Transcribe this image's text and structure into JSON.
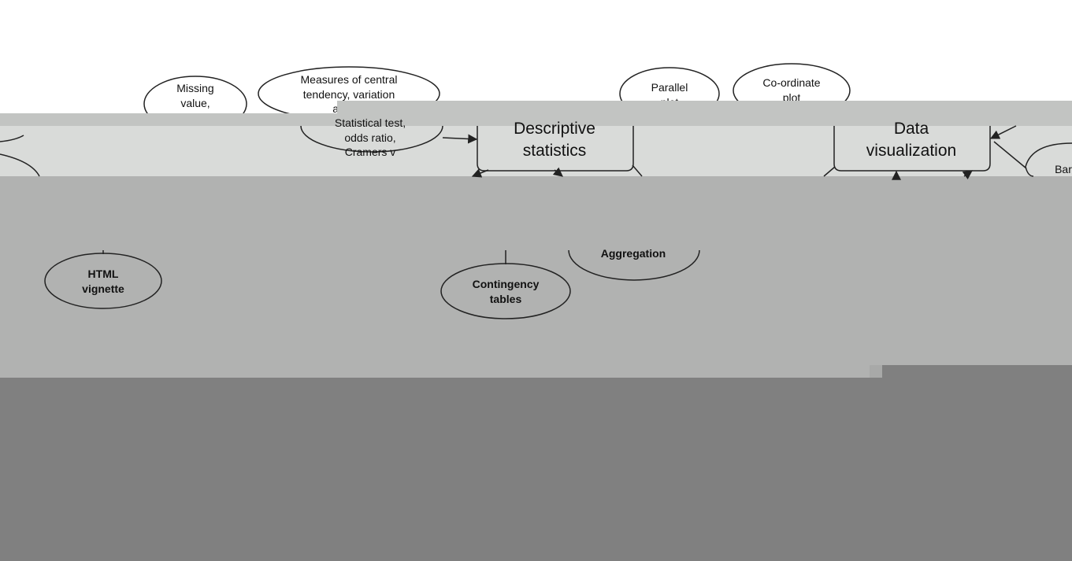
{
  "overlay_colors": {
    "band_light": "#d9dbd9",
    "band_mid": "#c2c4c2",
    "band_main": "#b1b2b1",
    "band_dark": "#808080"
  },
  "nodes": {
    "missing_value": [
      "Missing",
      "value,"
    ],
    "central_tendency": [
      "Measures of central",
      "tendency, variation",
      "an"
    ],
    "statistical_test": [
      "Statistical test,",
      "odds ratio,",
      "Cramers v"
    ],
    "descriptive_statistics": [
      "Descriptive",
      "statistics"
    ],
    "parallel_plot": [
      "Parallel",
      "plot"
    ],
    "coordinate_plot": [
      "Co-ordinate",
      "plot"
    ],
    "data_visualization": [
      "Data",
      "visualization"
    ],
    "bar": [
      "Bar"
    ],
    "html_vignette": [
      "HTML",
      "vignette"
    ],
    "contingency_tables": [
      "Contingency",
      "tables"
    ],
    "aggregation": [
      "Aggregation"
    ]
  }
}
